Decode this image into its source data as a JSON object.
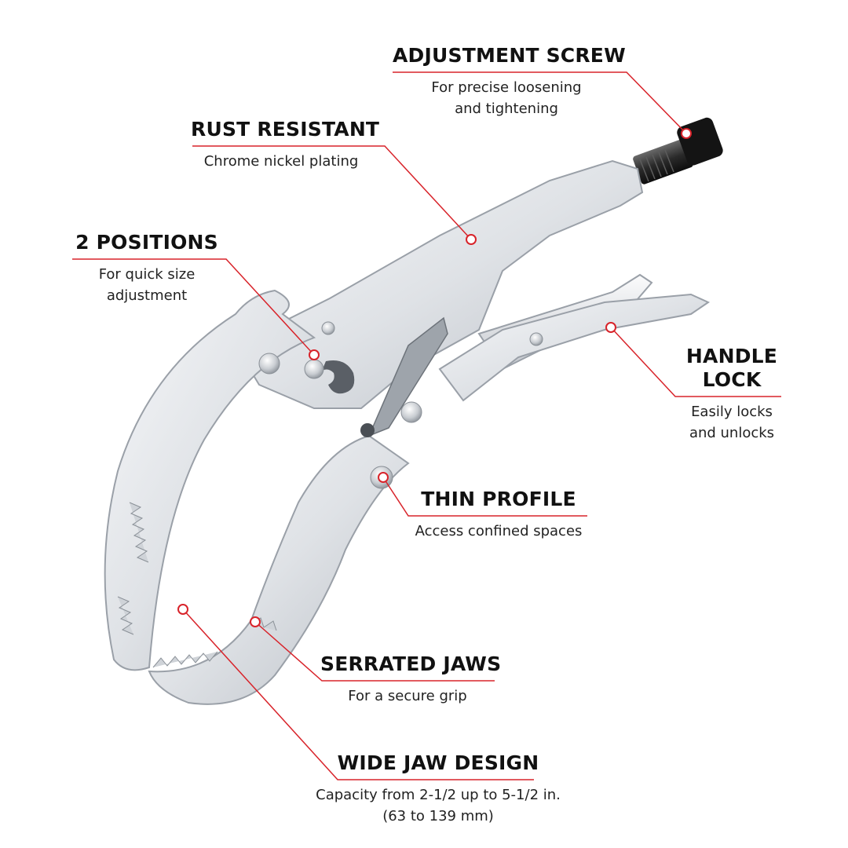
{
  "colors": {
    "accent": "#d8232a",
    "text": "#111111",
    "tool": "#e3e6ea"
  },
  "callouts": {
    "adjustment_screw": {
      "title": "ADJUSTMENT SCREW",
      "desc": [
        "For precise loosening",
        "and tightening"
      ]
    },
    "rust_resistant": {
      "title": "RUST RESISTANT",
      "desc": [
        "Chrome nickel plating"
      ]
    },
    "two_positions": {
      "title": "2 POSITIONS",
      "desc": [
        "For quick size",
        "adjustment"
      ]
    },
    "handle_lock": {
      "title": [
        "HANDLE",
        "LOCK"
      ],
      "desc": [
        "Easily locks",
        "and unlocks"
      ]
    },
    "thin_profile": {
      "title": "THIN PROFILE",
      "desc": [
        "Access confined spaces"
      ]
    },
    "serrated_jaws": {
      "title": "SERRATED JAWS",
      "desc": [
        "For a secure grip"
      ]
    },
    "wide_jaw_design": {
      "title": "WIDE JAW DESIGN",
      "desc": [
        "Capacity from 2-1/2 up to 5-1/2 in.",
        "(63 to 139 mm)"
      ]
    }
  }
}
